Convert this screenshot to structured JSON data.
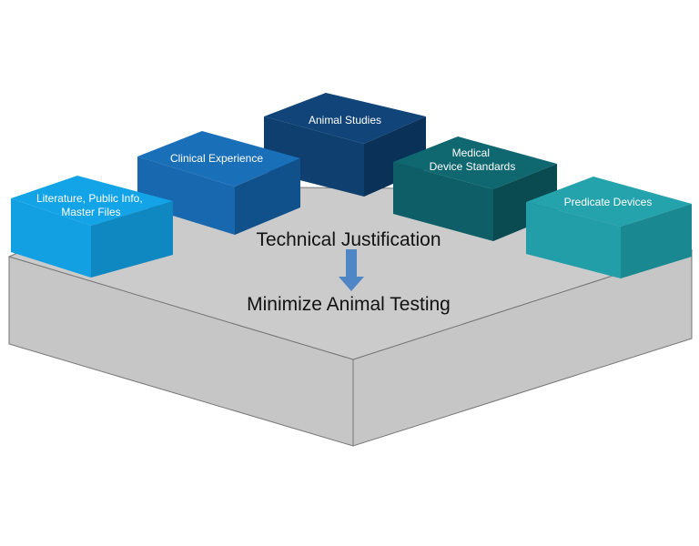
{
  "diagram": {
    "center_text": "Technical Justification",
    "bottom_text": "Minimize Animal Testing",
    "blocks": [
      {
        "lines": [
          "Animal Studies"
        ],
        "colors": {
          "top": "#11457a",
          "front": "#0e3f6f",
          "right": "#0a3158"
        }
      },
      {
        "lines": [
          "Clinical Experience"
        ],
        "colors": {
          "top": "#1a6fb9",
          "front": "#1768ae",
          "right": "#11518b"
        }
      },
      {
        "lines": [
          "Medical",
          "Device Standards"
        ],
        "colors": {
          "top": "#0f6770",
          "front": "#0d5e66",
          "right": "#0a4b52"
        }
      },
      {
        "lines": [
          "Literature, Public Info,",
          "Master Files"
        ],
        "colors": {
          "top": "#13a4e7",
          "front": "#12a0e2",
          "right": "#0f88c2"
        }
      },
      {
        "lines": [
          "Predicate Devices"
        ],
        "colors": {
          "top": "#24a3ad",
          "front": "#219ea8",
          "right": "#1a8890"
        }
      }
    ],
    "platform_colors": {
      "top": "#cbcbcb",
      "front": "#c6c6c6",
      "edge": "#777777"
    },
    "arrow_color": "#4f86c6"
  }
}
